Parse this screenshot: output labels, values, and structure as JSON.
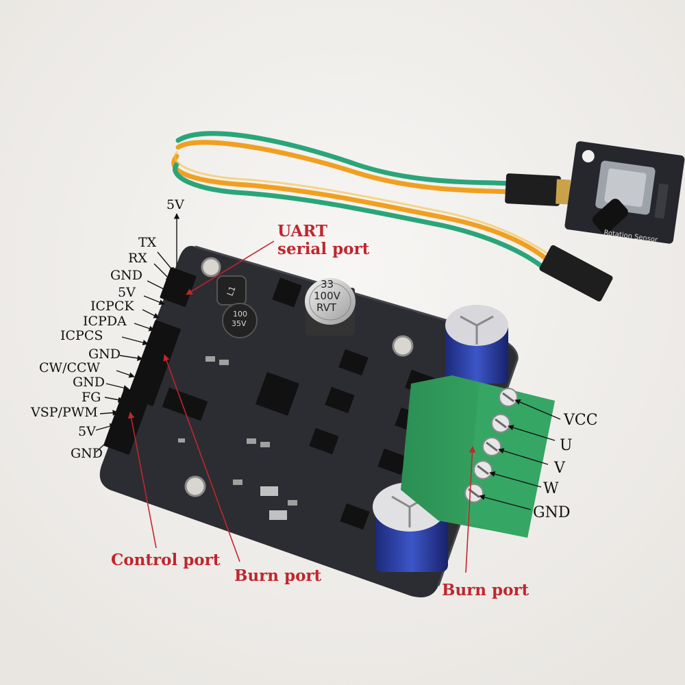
{
  "colors": {
    "background": "#f3f1ee",
    "pcb": "#2c2d33",
    "terminal_block": "#2f9d5c",
    "callout_red": "#c0262d",
    "wire_green": "#2aa57a",
    "wire_orange": "#f0a020"
  },
  "board_text": {
    "cap_top_value": "33",
    "cap_top_voltage": "100V",
    "cap_top_series": "RVT",
    "inductor_value": "100",
    "inductor_voltage": "35V",
    "inductor_ref": "L1",
    "sensor_module_text": "Rotation Sensor"
  },
  "pin_labels": {
    "p5v_top": "5V",
    "tx": "TX",
    "rx": "RX",
    "gnd_1": "GND",
    "p5v_2": "5V",
    "icpck": "ICPCK",
    "icpda": "ICPDA",
    "icpcs": "ICPCS",
    "gnd_2": "GND",
    "cw_ccw": "CW/CCW",
    "gnd_3": "GND",
    "fg": "FG",
    "vsp_pwm": "VSP/PWM",
    "p5v_3": "5V",
    "gnd_4": "GND"
  },
  "terminal_labels": {
    "vcc": "VCC",
    "u": "U",
    "v": "V",
    "w": "W",
    "gnd": "GND"
  },
  "callouts": {
    "uart_line1": "UART",
    "uart_line2": "serial port",
    "control_port": "Control port",
    "burn_port_center": "Burn port",
    "burn_port_right": "Burn port"
  }
}
